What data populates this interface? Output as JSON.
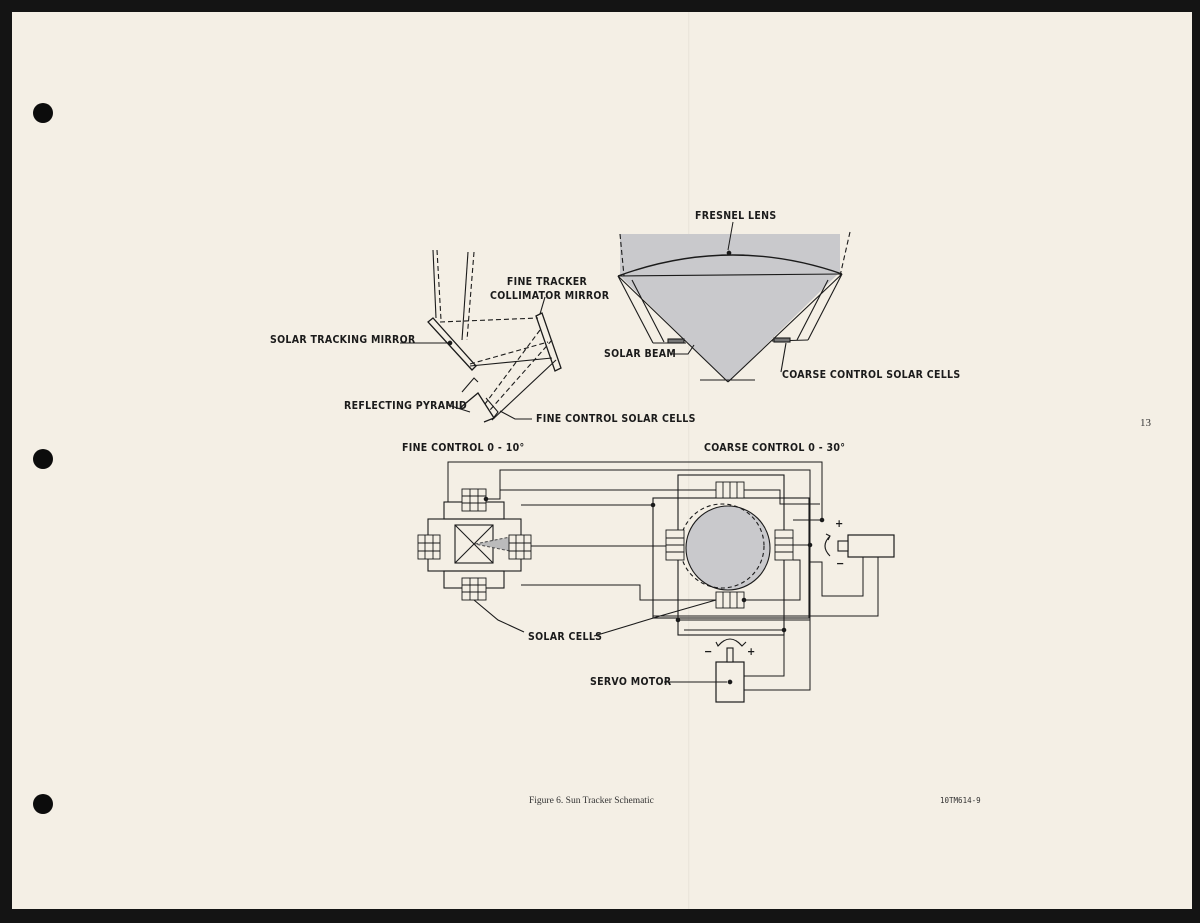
{
  "page_number": "13",
  "figure_caption": "Figure 6.   Sun Tracker Schematic",
  "doc_code": "10TM614-9",
  "labels": {
    "fresnel_lens": "FRESNEL LENS",
    "fine_tracker_line1": "FINE TRACKER",
    "fine_tracker_line2": "COLLIMATOR MIRROR",
    "solar_tracking_mirror": "SOLAR TRACKING MIRROR",
    "reflecting_pyramid": "REFLECTING PYRAMID",
    "fine_control_solar_cells": "FINE CONTROL SOLAR CELLS",
    "solar_beam": "SOLAR BEAM",
    "coarse_control_solar_cells": "COARSE CONTROL SOLAR CELLS",
    "fine_control_range": "FINE CONTROL 0 - 10°",
    "coarse_control_range": "COARSE CONTROL 0 - 30°",
    "solar_cells": "SOLAR CELLS",
    "servo_motor": "SERVO MOTOR",
    "plus": "+",
    "minus": "−"
  },
  "colors": {
    "paper": "#f4efe5",
    "ink": "#1b1b1b",
    "beam_shade": "#c9c9cc",
    "background": "#141414"
  }
}
